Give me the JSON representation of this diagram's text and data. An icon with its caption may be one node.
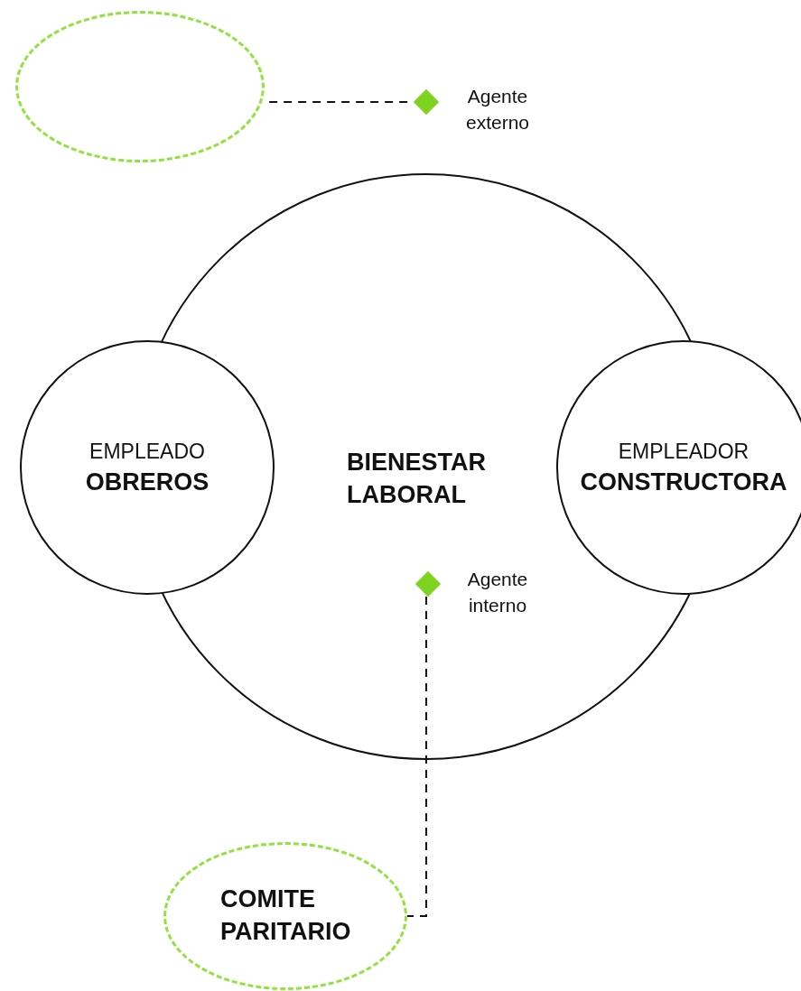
{
  "diagram": {
    "nodes": [
      {
        "text": [],
        "shape": "circle"
      },
      {
        "text": [],
        "shape": "diamond",
        "beside": [
          "Agente externo"
        ]
      },
      {
        "text": [
          "BIENESTAR LABORAL"
        ]
      },
      {
        "text": [
          "EMPLEADO",
          "OBREROS"
        ]
      },
      {
        "text": [
          "EMPLEADOR",
          "CONSTRUCTORA"
        ]
      },
      {
        "text": [],
        "shape": "diamond",
        "beside": [
          "Agente interno"
        ],
        "in": 2
      },
      {
        "text": [
          "COMITE PARITARIO"
        ]
      }
    ],
    "edges": [
      {
        "from": 0,
        "to": 1,
        "arrow": "none",
        "style": "dashed"
      },
      {
        "from": 5,
        "to": 6,
        "arrow": "none",
        "style": "dashed"
      }
    ]
  }
}
